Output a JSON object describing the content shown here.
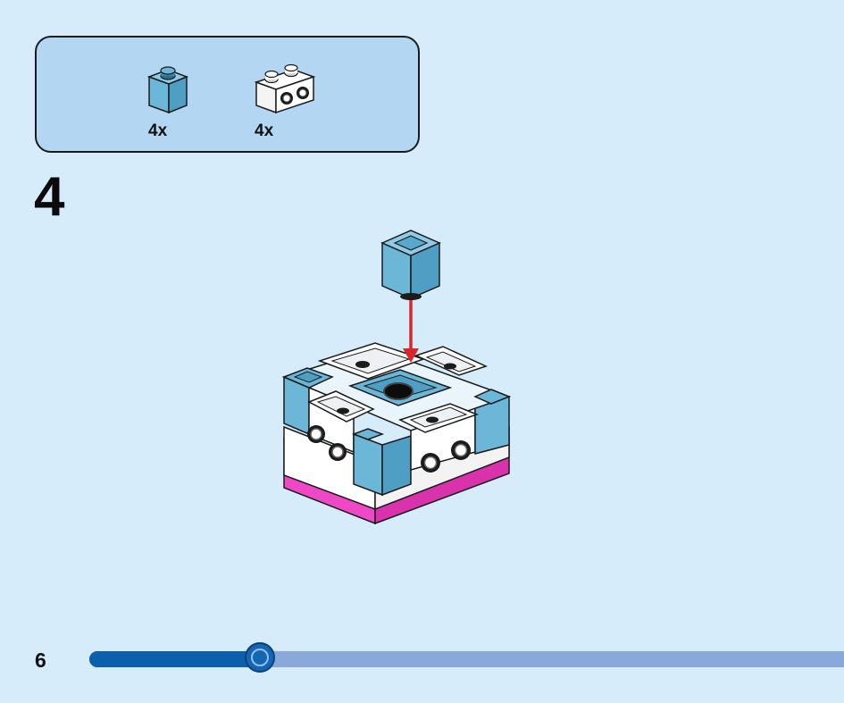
{
  "parts_callout": {
    "parts": [
      {
        "icon": "brick-1x1-light-blue-icon",
        "quantity": "4x",
        "color": "#6cb6d8"
      },
      {
        "icon": "brick-1x2-white-with-studs-icon",
        "quantity": "4x",
        "color": "#ffffff"
      }
    ]
  },
  "step": {
    "number": "4"
  },
  "footer": {
    "page_number": "6",
    "progress_fraction": 0.226
  },
  "colors": {
    "background": "#d6ecfb",
    "callout": "#b3d6f2",
    "brick_blue": "#6cb6d8",
    "plate_pink": "#ef48c6",
    "arrow_red": "#d9252b",
    "progress_fill": "#0b5fad",
    "progress_track": "#88a9d9"
  }
}
